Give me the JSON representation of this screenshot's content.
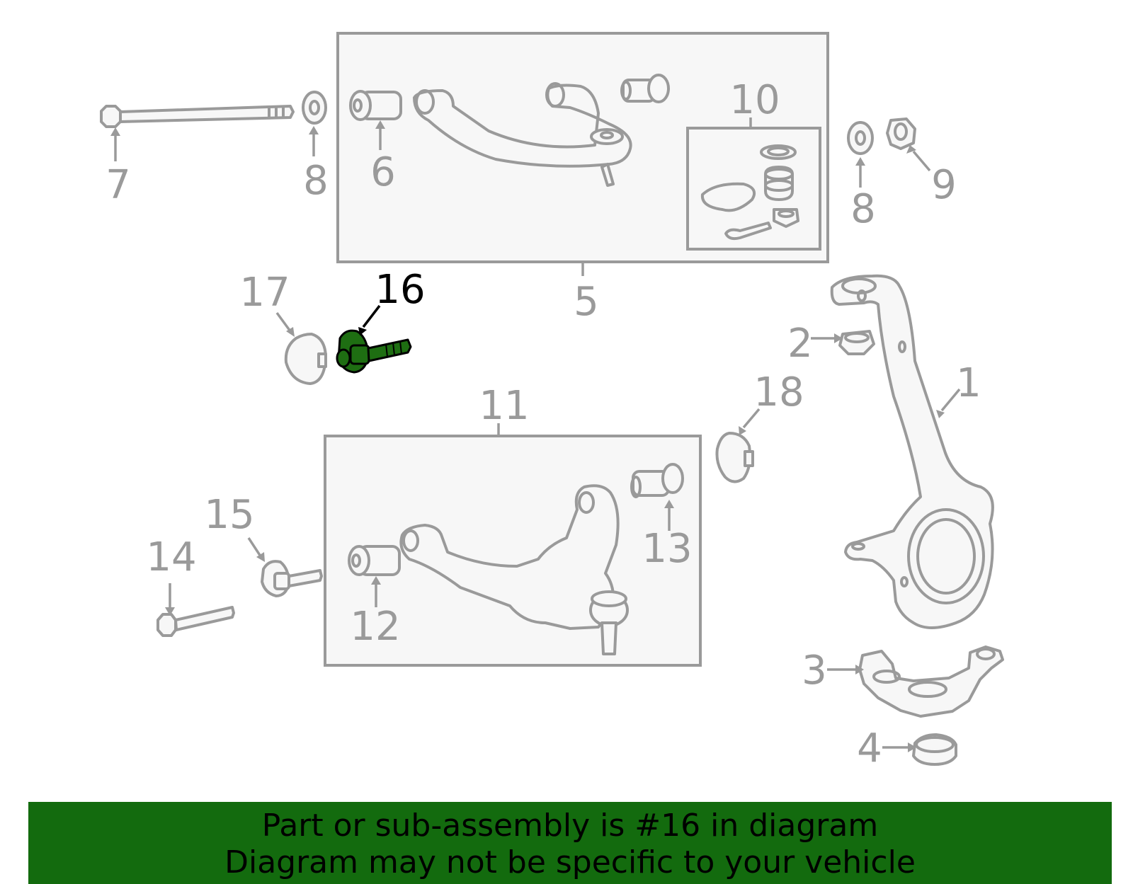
{
  "colors": {
    "line": "#9a9a9a",
    "highlight": "#1e6e12",
    "footer_bg": "#136b0e",
    "background": "#ffffff"
  },
  "callouts": {
    "c1": "1",
    "c2": "2",
    "c3": "3",
    "c4": "4",
    "c5": "5",
    "c6": "6",
    "c7": "7",
    "c8a": "8",
    "c8b": "8",
    "c9": "9",
    "c10": "10",
    "c11": "11",
    "c12": "12",
    "c13": "13",
    "c14": "14",
    "c15": "15",
    "c16": "16",
    "c17": "17",
    "c18": "18"
  },
  "highlighted_part": "16",
  "footer": {
    "line1": "Part or sub-assembly is #16 in diagram",
    "line2": "Diagram may not be specific to your vehicle"
  }
}
